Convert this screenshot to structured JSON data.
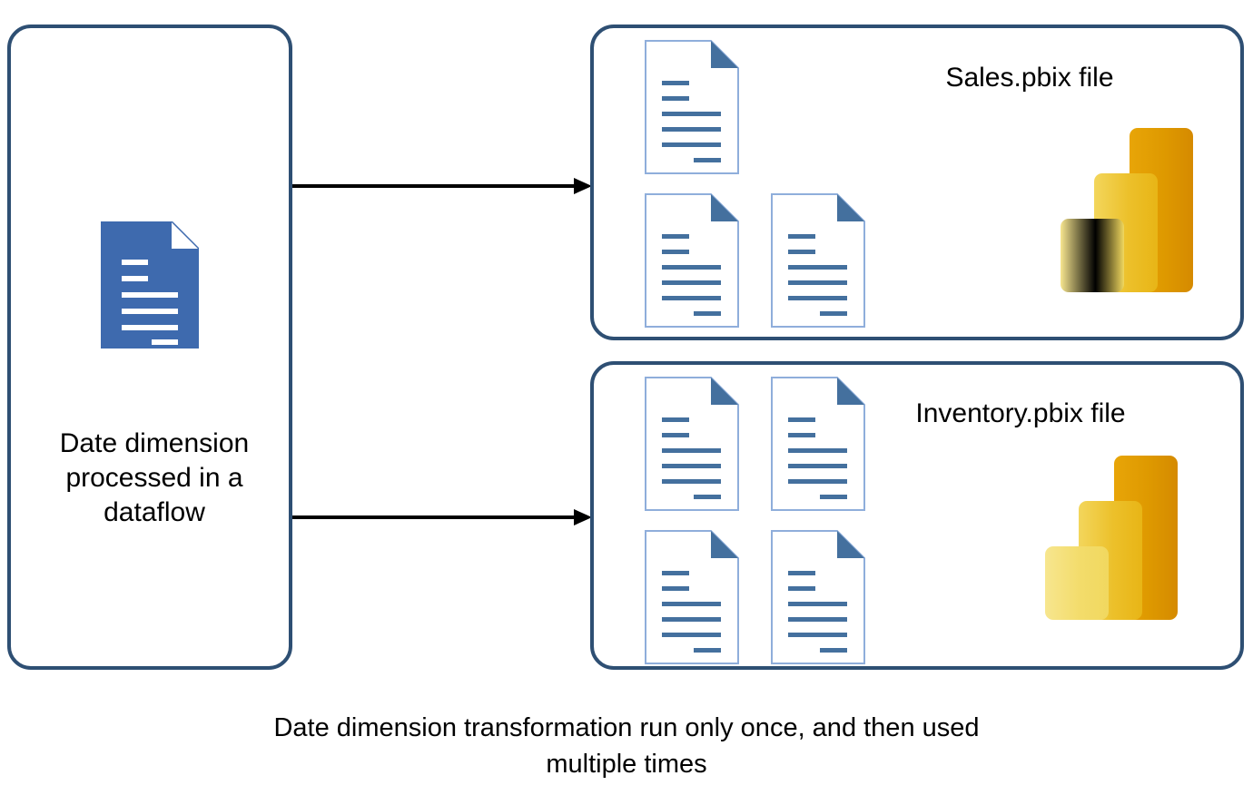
{
  "diagram": {
    "title": "Date dimension processed in a dataflow feeding Power BI report files",
    "caption": "Date dimension transformation run only once, and then used multiple times",
    "colors": {
      "box_border": "#2E4F73",
      "arrow": "#000000",
      "doc_solid_fill": "#3E6AAE",
      "doc_outline_border": "#8FAEDB",
      "doc_line": "#44709E",
      "doc_fold": "#44709E",
      "pbi_light": "#F3DE6B",
      "pbi_mid": "#EBBC21",
      "pbi_dark": "#DD9600"
    }
  },
  "source_box": {
    "name": "dataflow-source",
    "label": "Date dimension processed in a dataflow",
    "icon": "document-icon",
    "icon_line_count": 6
  },
  "arrows": [
    {
      "name": "arrow-to-sales",
      "from": "dataflow-source",
      "to": "sales-pbix",
      "glyph": "arrow-right-icon"
    },
    {
      "name": "arrow-to-inventory",
      "from": "dataflow-source",
      "to": "inventory-pbix",
      "glyph": "arrow-right-icon"
    }
  ],
  "target_boxes": [
    {
      "name": "sales-pbix",
      "label": "Sales.pbix file",
      "logo": "power-bi-logo",
      "document_count": 3,
      "documents": [
        {
          "name": "document-icon",
          "row": 1,
          "col": 1
        },
        {
          "name": "document-icon",
          "row": 2,
          "col": 1
        },
        {
          "name": "document-icon",
          "row": 2,
          "col": 2
        }
      ]
    },
    {
      "name": "inventory-pbix",
      "label": "Inventory.pbix file",
      "logo": "power-bi-logo",
      "document_count": 4,
      "documents": [
        {
          "name": "document-icon",
          "row": 1,
          "col": 1
        },
        {
          "name": "document-icon",
          "row": 1,
          "col": 2
        },
        {
          "name": "document-icon",
          "row": 2,
          "col": 1
        },
        {
          "name": "document-icon",
          "row": 2,
          "col": 2
        }
      ]
    }
  ]
}
